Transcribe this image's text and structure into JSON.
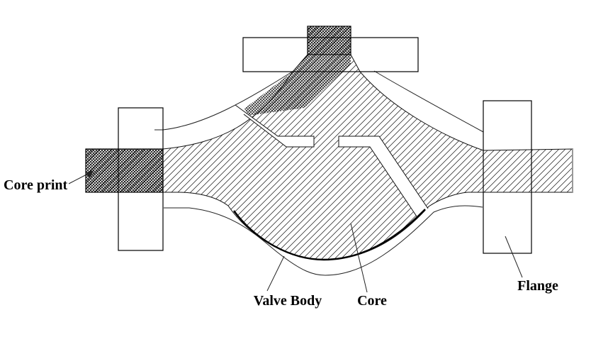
{
  "diagram": {
    "kind": "valve-body-casting-core-section",
    "labels": {
      "core_print": "Core print",
      "valve_body": "Valve Body",
      "core": "Core",
      "flange": "Flange"
    },
    "colors": {
      "line": "#000000",
      "background": "#ffffff",
      "core_end_cap_gray": "#999999"
    }
  }
}
